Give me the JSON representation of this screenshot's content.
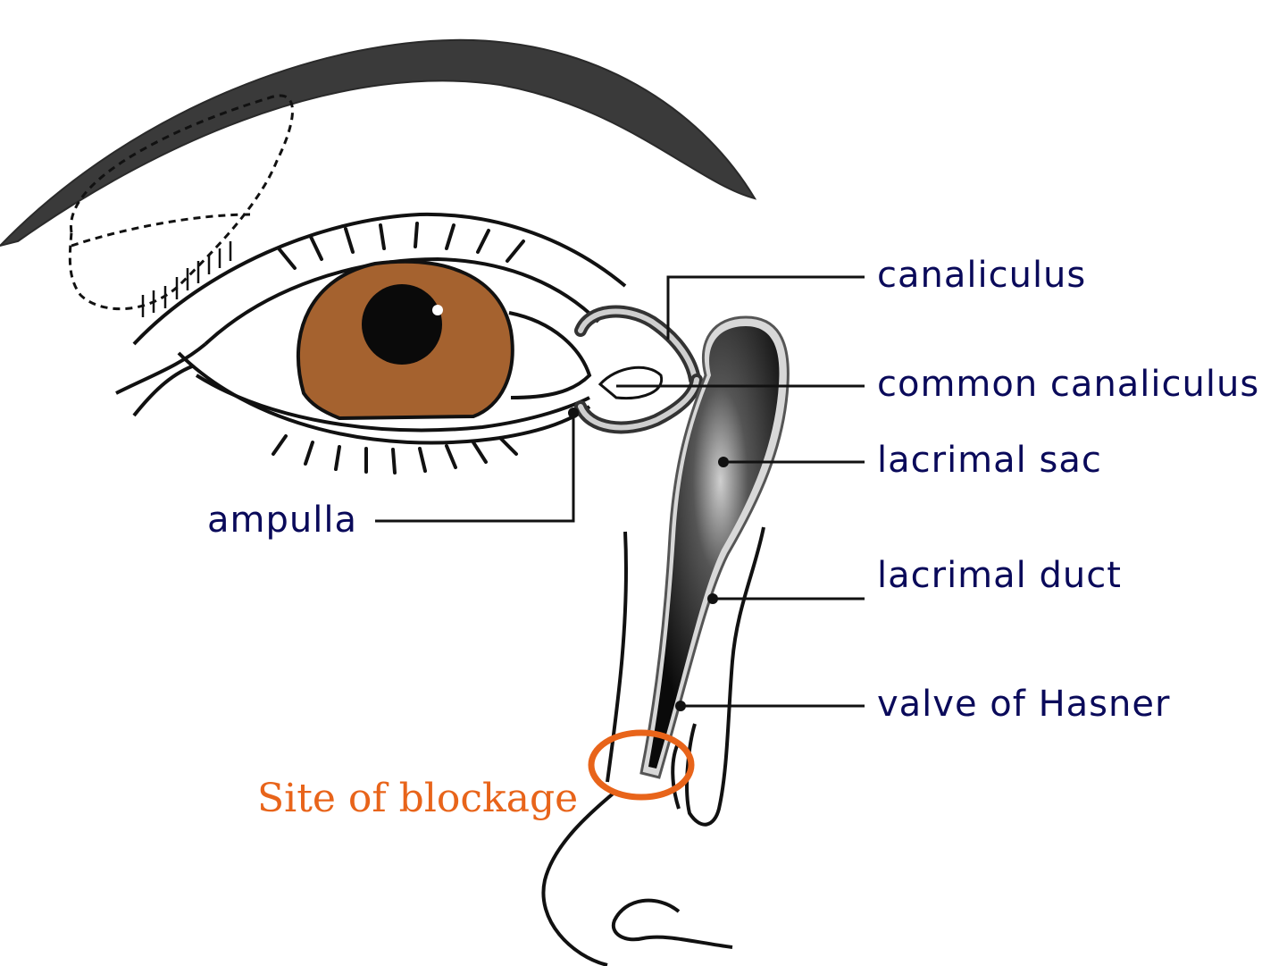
{
  "labels": {
    "canaliculus": "canaliculus",
    "common_canaliculus": "common canaliculus",
    "lacrimal_sac": "lacrimal sac",
    "lacrimal_duct": "lacrimal duct",
    "valve_of_hasner": "valve of Hasner",
    "ampulla": "ampulla"
  },
  "callout": {
    "text": "Site of blockage"
  },
  "colors": {
    "label_text": "#0a0a5a",
    "callout": "#e8641a",
    "iris": "#a5622f",
    "brow": "#3a3a3a",
    "sac_dark": "#111111"
  }
}
